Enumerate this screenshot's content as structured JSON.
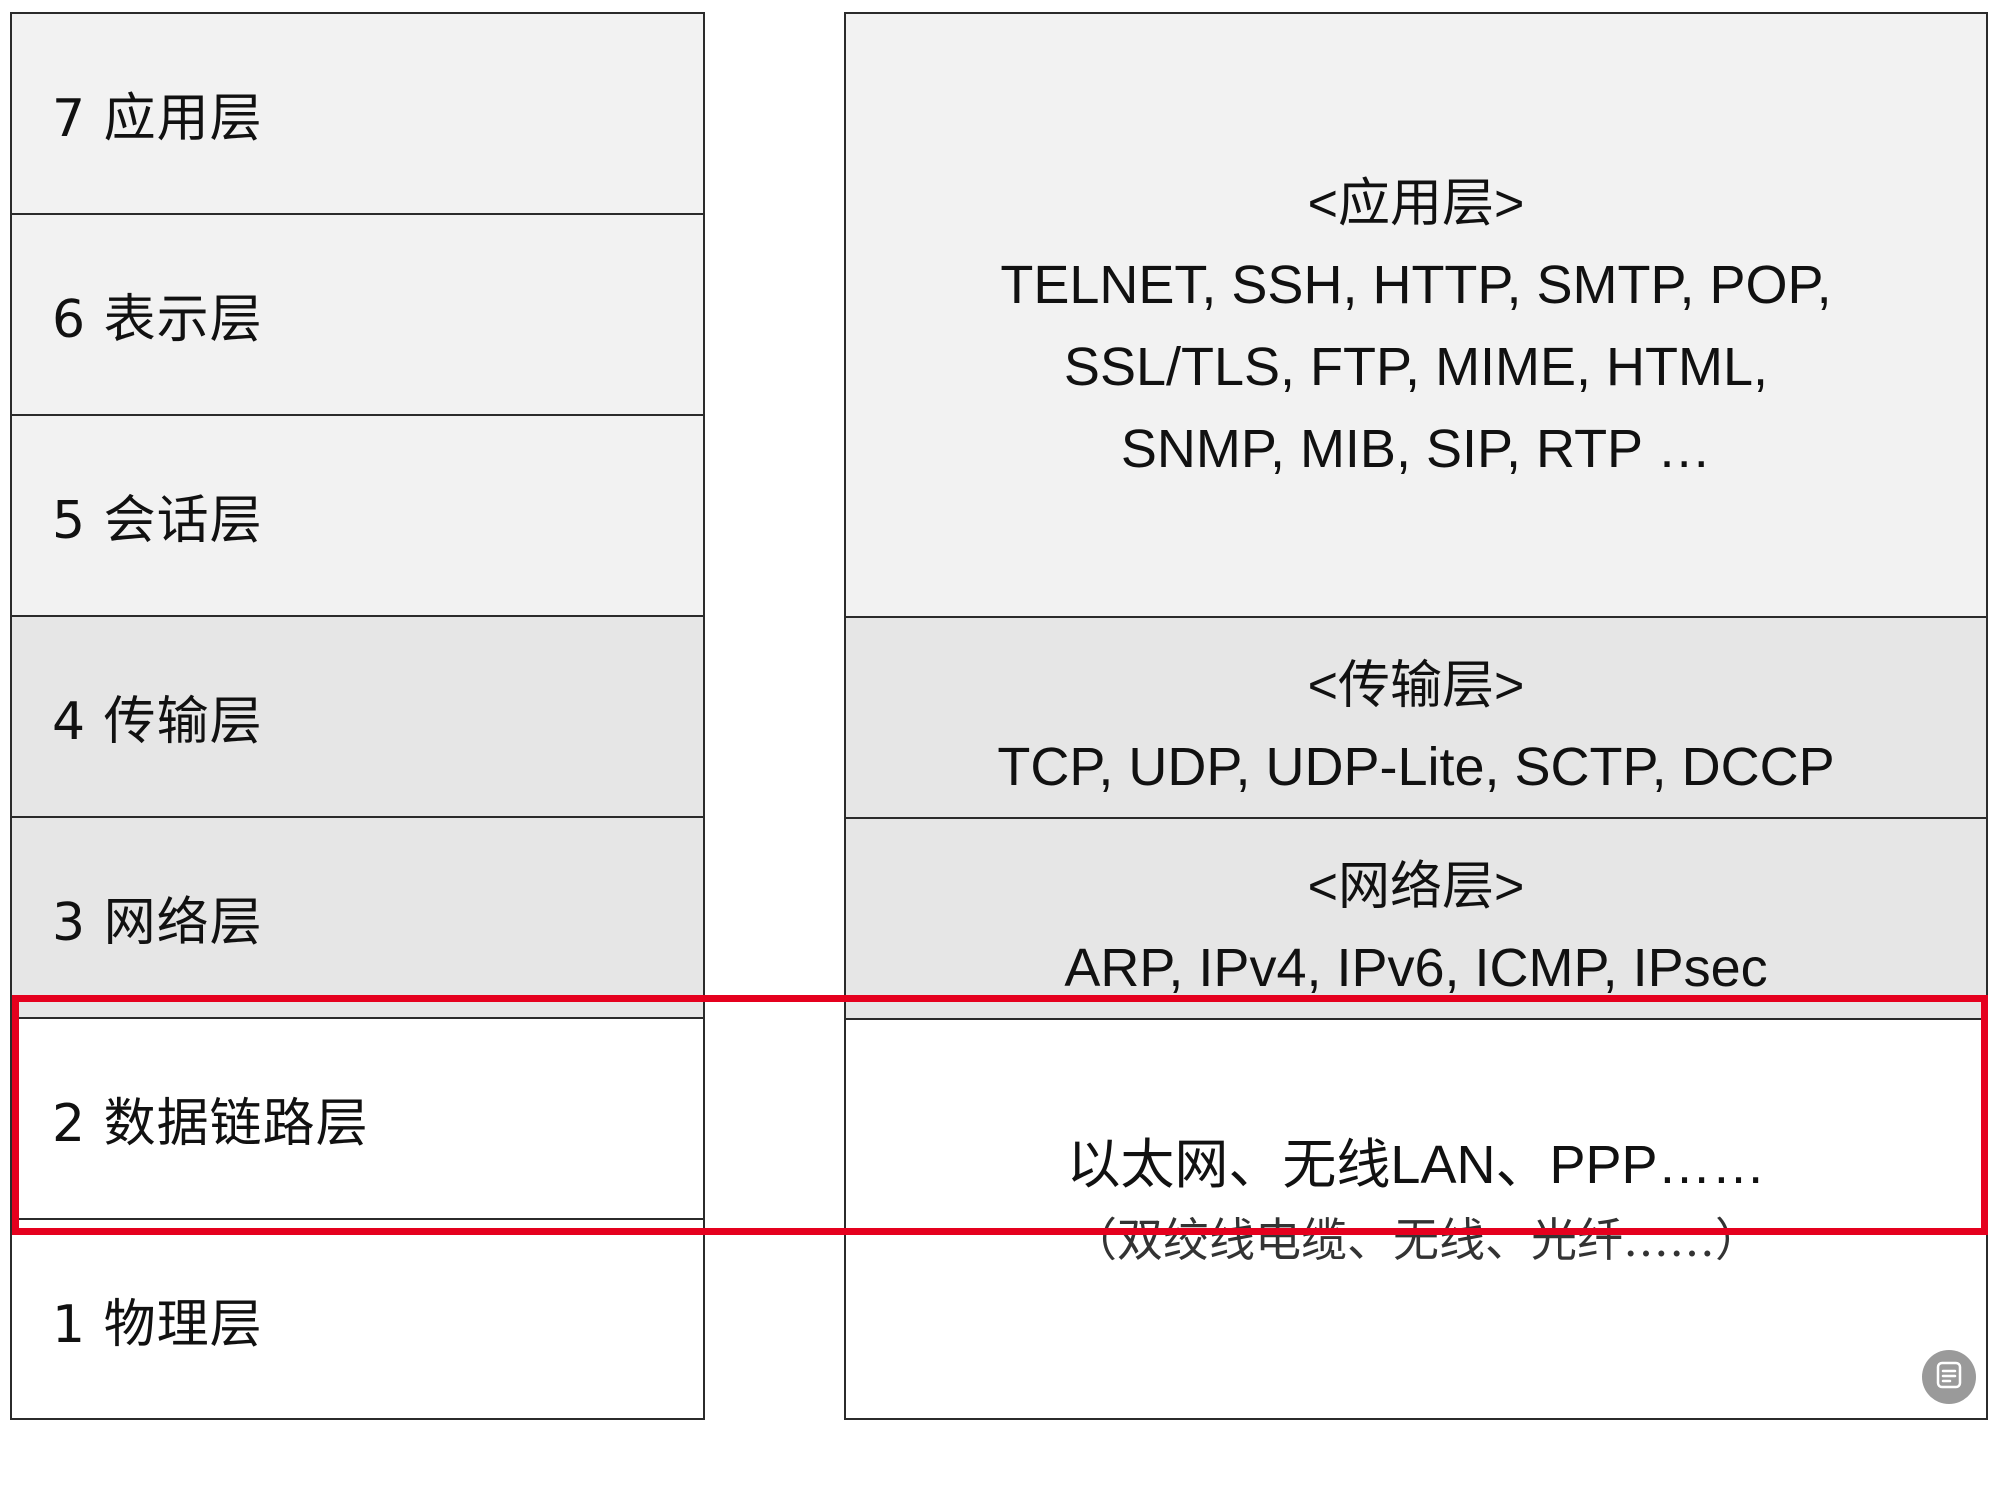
{
  "osi_layers": [
    {
      "label": "7 应用层"
    },
    {
      "label": "6 表示层"
    },
    {
      "label": "5 会话层"
    },
    {
      "label": "4 传输层"
    },
    {
      "label": "3 网络层"
    },
    {
      "label": "2 数据链路层"
    },
    {
      "label": "1 物理层"
    }
  ],
  "protocols": {
    "application": {
      "heading": "<应用层>",
      "lines": [
        "TELNET, SSH, HTTP, SMTP, POP,",
        "SSL/TLS, FTP, MIME, HTML,",
        "SNMP, MIB, SIP, RTP …"
      ]
    },
    "transport": {
      "heading": "<传输层>",
      "line": "TCP, UDP, UDP-Lite, SCTP, DCCP"
    },
    "network": {
      "heading": "<网络层>",
      "line": "ARP, IPv4, IPv6, ICMP, IPsec"
    },
    "link": {
      "line": "以太网、无线LAN、PPP……",
      "media": "（双绞线电缆、无线、光纤……）"
    }
  },
  "colors": {
    "highlight": "#e5001e",
    "upper_layers_bg": "#f2f2f2",
    "middle_layers_bg": "#e6e6e6",
    "lower_layers_bg": "#ffffff"
  },
  "icons": {
    "float_button": "document-scan-icon"
  }
}
